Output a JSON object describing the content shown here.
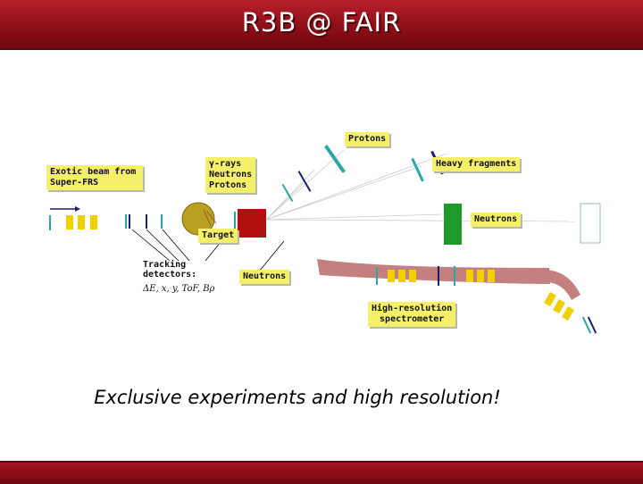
{
  "title": "R3B @ FAIR",
  "labels": {
    "protons": "Protons",
    "heavy_fragments": "Heavy fragments",
    "exotic_beam": "Exotic beam from\nSuper-FRS",
    "gamma_neutrons_protons": "γ-rays\nNeutrons\nProtons",
    "neutrons_right": "Neutrons",
    "target": "Target",
    "tracking_detectors": "Tracking\ndetectors:",
    "tracking_quantities": "ΔE, x, y, ToF, Bρ",
    "neutrons_mid": "Neutrons",
    "spectrometer": "High-resolution\nspectrometer"
  },
  "slogan": "Exclusive experiments and high resolution!",
  "colors": {
    "header": "#8e0f18",
    "label_bg": "#f5f06a",
    "magnet_red": "#b01010",
    "neutron_detector": "#1e9a2a",
    "detector_cyan": "#2aa8a8",
    "detector_navy": "#1a1f6e",
    "quad_yellow": "#f0d000",
    "beam_pipe": "#c47f7f",
    "target_sphere": "#b8a020"
  }
}
